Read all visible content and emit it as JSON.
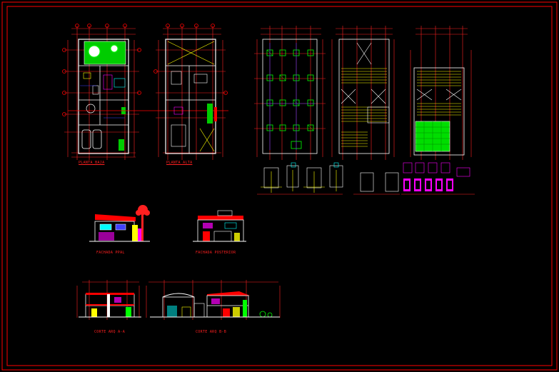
{
  "drawing": {
    "labels": {
      "planta_baja": "PLANTA BAJA",
      "planta_alta": "PLANTA ALTA",
      "fachada_principal": "FACHADA PPAL",
      "fachada_posterior": "FACHADA POSTERIOR",
      "corte_a": "CORTE ARQ A-A",
      "corte_b": "CORTE ARQ B-B"
    },
    "colors": {
      "background": "#000000",
      "frame": "#ff0000",
      "dimension": "#ff2020",
      "wall": "#ffffff",
      "green": "#00ff00",
      "yellow": "#ffff00",
      "magenta": "#ff00ff",
      "cyan": "#00ffff",
      "blue": "#4040ff"
    }
  }
}
